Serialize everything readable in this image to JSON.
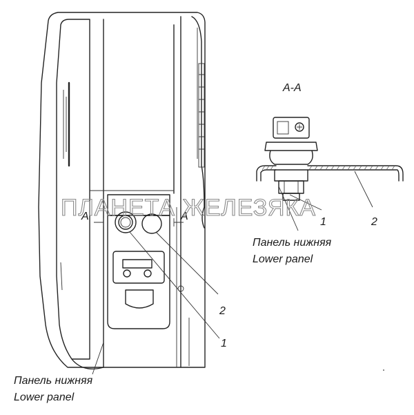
{
  "section_title": "А-А",
  "callouts": {
    "main_1": "1",
    "main_2": "2",
    "section_1": "1",
    "section_2": "2"
  },
  "section_marks": {
    "left": "А",
    "right": "А"
  },
  "labels": {
    "main_ru": "Панель нижняя",
    "main_en": "Lower panel",
    "section_ru": "Панель нижняя",
    "section_en": "Lower panel"
  },
  "watermark": "ПЛАНЕТА ЖЕЛЕЗЯКА"
}
